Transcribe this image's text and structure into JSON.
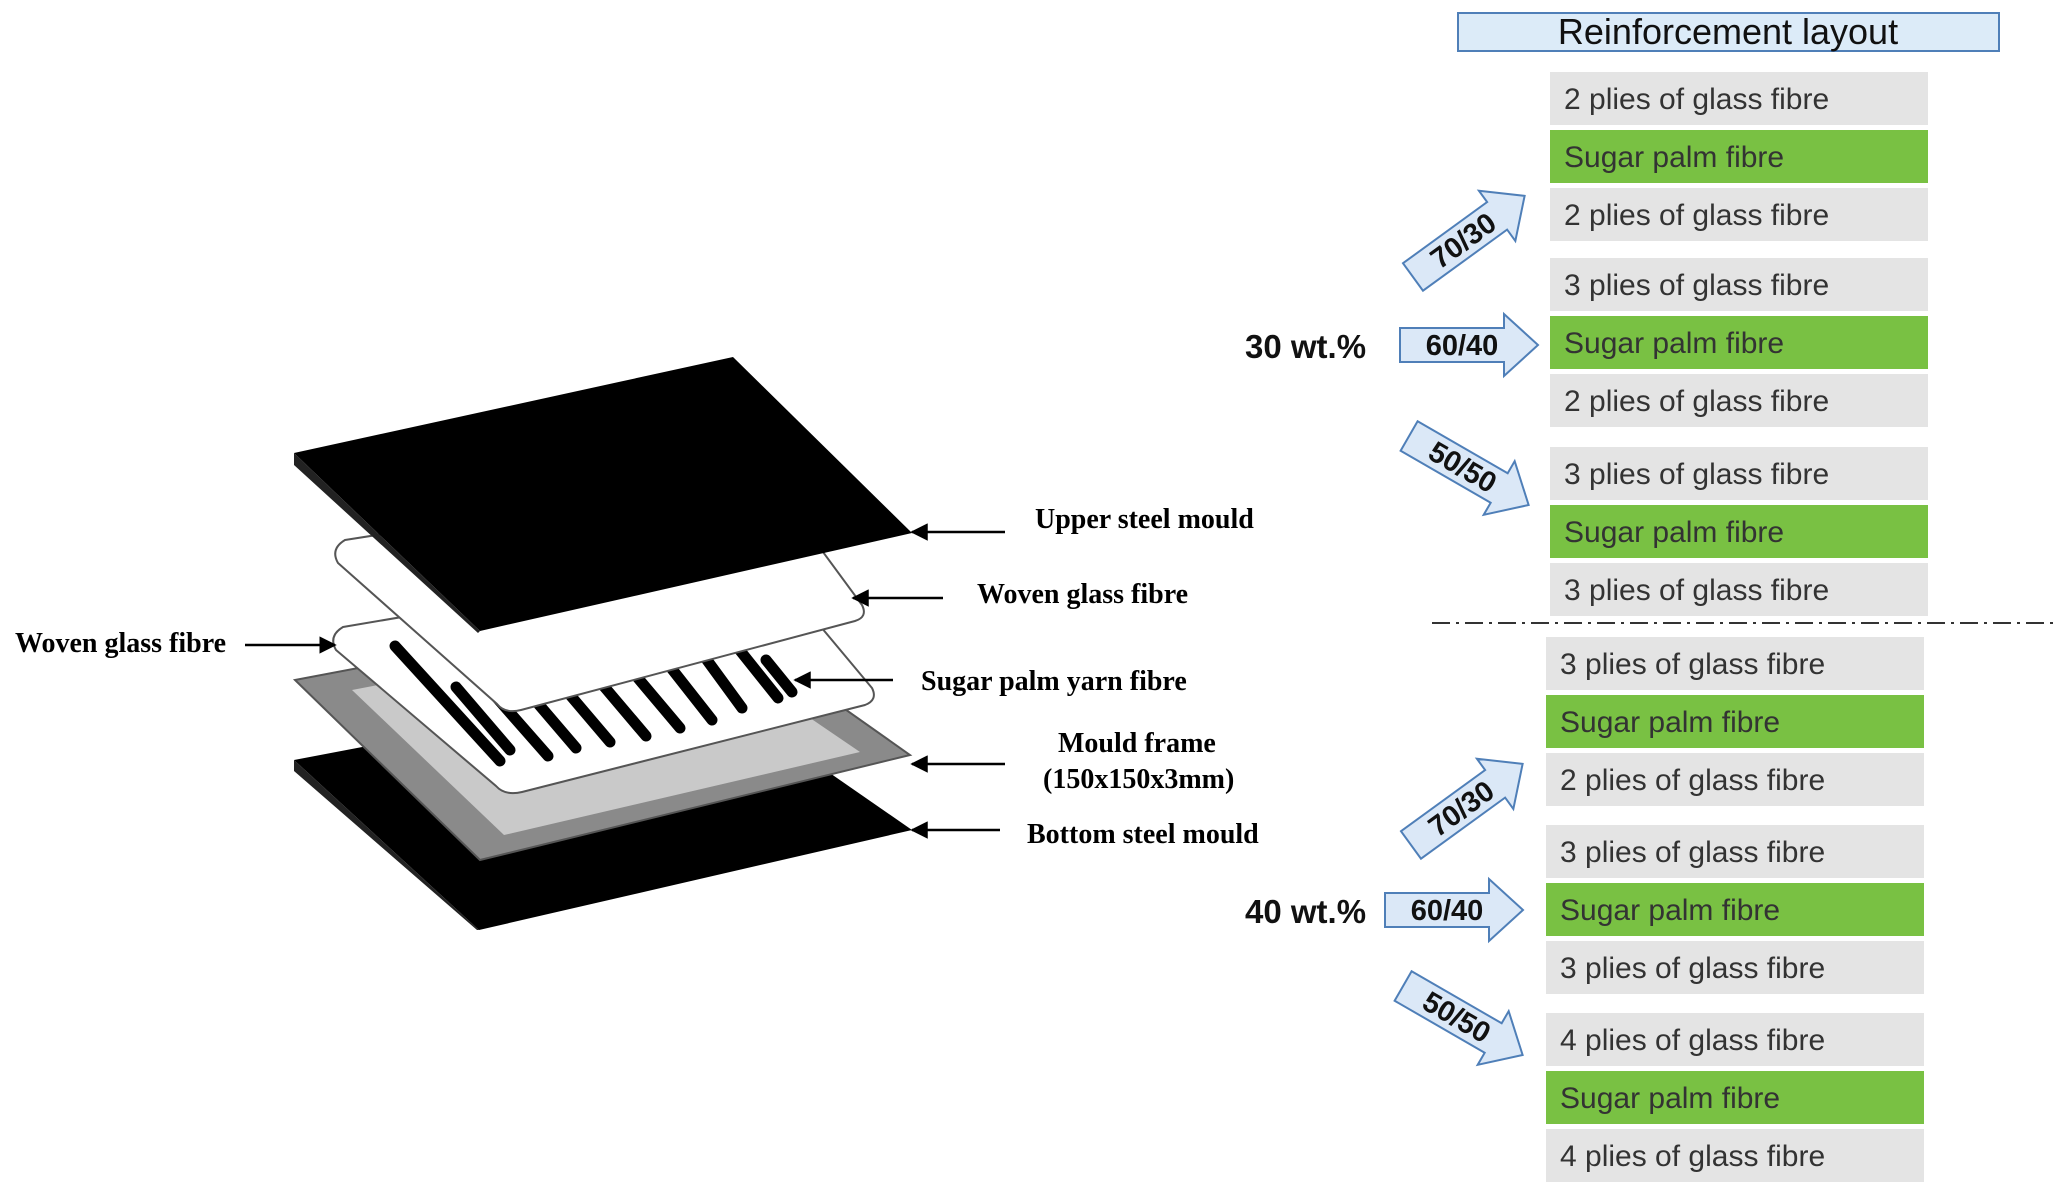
{
  "colors": {
    "glass": "#e4e4e4",
    "sugar": "#79c143",
    "arrow_fill": "#dbe8f7",
    "arrow_stroke": "#4f7fb8",
    "title_fill": "#dcebf8",
    "title_stroke": "#4f7fb8"
  },
  "mould_labels": {
    "upper_steel_mould": "Upper steel mould",
    "woven_glass_fibre_right": "Woven glass fibre",
    "woven_glass_fibre_left": "Woven glass fibre",
    "sugar_palm_yarn_fibre": "Sugar palm yarn fibre",
    "mould_frame_line1": "Mould frame",
    "mould_frame_line2": "(150x150x3mm)",
    "bottom_steel_mould": "Bottom steel mould"
  },
  "reinforcement": {
    "title": "Reinforcement layout",
    "groups": [
      {
        "weight": "30 wt.%",
        "ratios": [
          {
            "ratio": "70/30",
            "layers": [
              {
                "type": "glass",
                "label": "2 plies of glass fibre"
              },
              {
                "type": "sugar",
                "label": "Sugar palm fibre"
              },
              {
                "type": "glass",
                "label": "2 plies of glass fibre"
              }
            ]
          },
          {
            "ratio": "60/40",
            "layers": [
              {
                "type": "glass",
                "label": "3 plies of glass fibre"
              },
              {
                "type": "sugar",
                "label": "Sugar palm fibre"
              },
              {
                "type": "glass",
                "label": "2 plies of glass fibre"
              }
            ]
          },
          {
            "ratio": "50/50",
            "layers": [
              {
                "type": "glass",
                "label": "3 plies of glass fibre"
              },
              {
                "type": "sugar",
                "label": "Sugar palm fibre"
              },
              {
                "type": "glass",
                "label": "3 plies of glass fibre"
              }
            ]
          }
        ]
      },
      {
        "weight": "40 wt.%",
        "ratios": [
          {
            "ratio": "70/30",
            "layers": [
              {
                "type": "glass",
                "label": "3 plies of glass fibre"
              },
              {
                "type": "sugar",
                "label": "Sugar palm fibre"
              },
              {
                "type": "glass",
                "label": "2 plies of glass fibre"
              }
            ]
          },
          {
            "ratio": "60/40",
            "layers": [
              {
                "type": "glass",
                "label": "3 plies of glass fibre"
              },
              {
                "type": "sugar",
                "label": "Sugar palm fibre"
              },
              {
                "type": "glass",
                "label": "3 plies of glass fibre"
              }
            ]
          },
          {
            "ratio": "50/50",
            "layers": [
              {
                "type": "glass",
                "label": "4 plies of glass fibre"
              },
              {
                "type": "sugar",
                "label": "Sugar palm fibre"
              },
              {
                "type": "glass",
                "label": "4 plies of glass fibre"
              }
            ]
          }
        ]
      }
    ]
  }
}
